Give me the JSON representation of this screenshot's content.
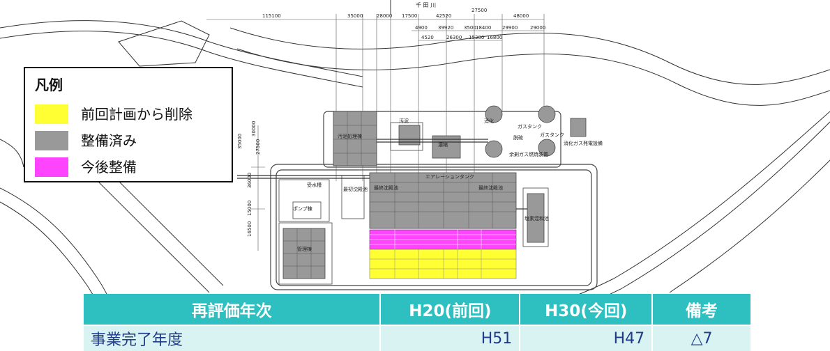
{
  "legend": {
    "title": "凡例",
    "items": [
      {
        "label": "前回計画から削除",
        "color": "#ffff33"
      },
      {
        "label": "整備済み",
        "color": "#999999"
      },
      {
        "label": "今後整備",
        "color": "#ff44ff"
      }
    ]
  },
  "plan": {
    "river_label": "千 田 川",
    "labels": {
      "juensou": "受水槽",
      "osei": "汚泥",
      "nounou": "濃縮",
      "shoka": "消化",
      "gas_tank1": "ガスタンク",
      "gas_tank2": "ガスタンク",
      "datsuryu": "脱硫",
      "gas_equip": "余剰ガス燃焼装置",
      "power": "消化ガス発電設備",
      "aeration": "エアレーションタンク",
      "final_left": "最終沈殿池",
      "final_right": "最終沈殿池",
      "enso": "塩素混和池",
      "kanri": "管理棟",
      "pump": "ポンプ棟",
      "sludge_bldg": "汚泥処理棟",
      "first_settle": "最初沈殿池"
    },
    "dims_top": [
      "115100",
      "35000",
      "28000",
      "17500",
      "42520",
      "27500",
      "48000",
      "4900",
      "39920",
      "3500",
      "18400",
      "29900",
      "29000",
      "4520",
      "26300",
      "15300",
      "16800"
    ],
    "dims_left": [
      "30000",
      "27500",
      "35000",
      "36000",
      "15000",
      "16500"
    ]
  },
  "table": {
    "headers": [
      "再評価年次",
      "H20(前回)",
      "H30(今回)",
      "備考"
    ],
    "rows": [
      [
        "事業完了年度",
        "H51",
        "H47",
        "△7"
      ]
    ]
  },
  "colors": {
    "header_bg": "#2ebfc0",
    "row_bg": "#d9f2f2",
    "row_text": "#1f3b8a"
  }
}
